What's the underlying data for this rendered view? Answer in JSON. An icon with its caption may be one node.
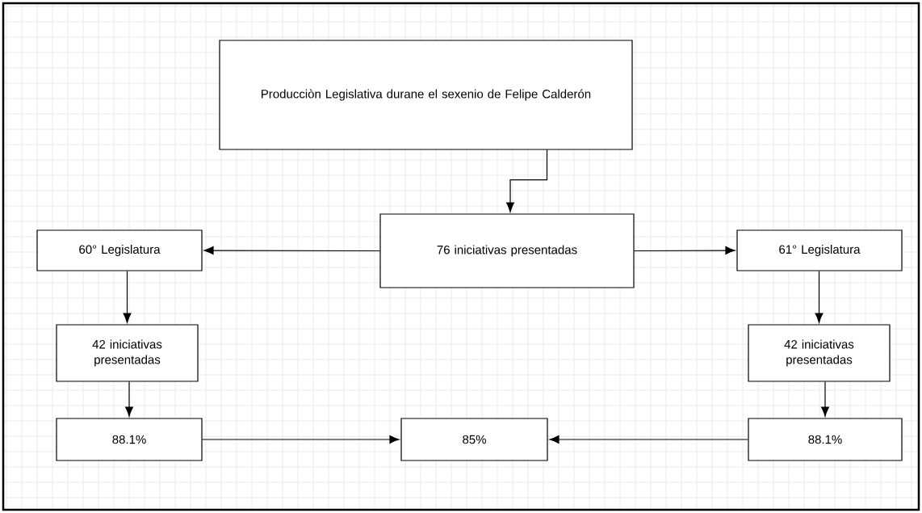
{
  "diagram": {
    "nodes": [
      {
        "text": [
          "Producciòn Legislativa durane el sexenio de Felipe Calderón"
        ]
      },
      {
        "text": [
          "76 iniciativas presentadas"
        ]
      },
      {
        "text": [
          "60° Legislatura"
        ]
      },
      {
        "text": [
          "61° Legislatura"
        ]
      },
      {
        "text": [
          "42 iniciativas presentadas"
        ]
      },
      {
        "text": [
          "42 iniciativas presentadas"
        ]
      },
      {
        "text": [
          "88.1%"
        ]
      },
      {
        "text": [
          "85%"
        ]
      },
      {
        "text": [
          "88.1%"
        ]
      }
    ],
    "edges": [
      {
        "from": 0,
        "to": 1,
        "arrow": "to"
      },
      {
        "from": 1,
        "to": 2,
        "arrow": "to"
      },
      {
        "from": 1,
        "to": 3,
        "arrow": "to"
      },
      {
        "from": 2,
        "to": 4,
        "arrow": "to"
      },
      {
        "from": 3,
        "to": 5,
        "arrow": "to"
      },
      {
        "from": 4,
        "to": 6,
        "arrow": "to"
      },
      {
        "from": 5,
        "to": 8,
        "arrow": "to"
      },
      {
        "from": 6,
        "to": 7,
        "arrow": "to"
      },
      {
        "from": 8,
        "to": 7,
        "arrow": "to"
      }
    ]
  }
}
